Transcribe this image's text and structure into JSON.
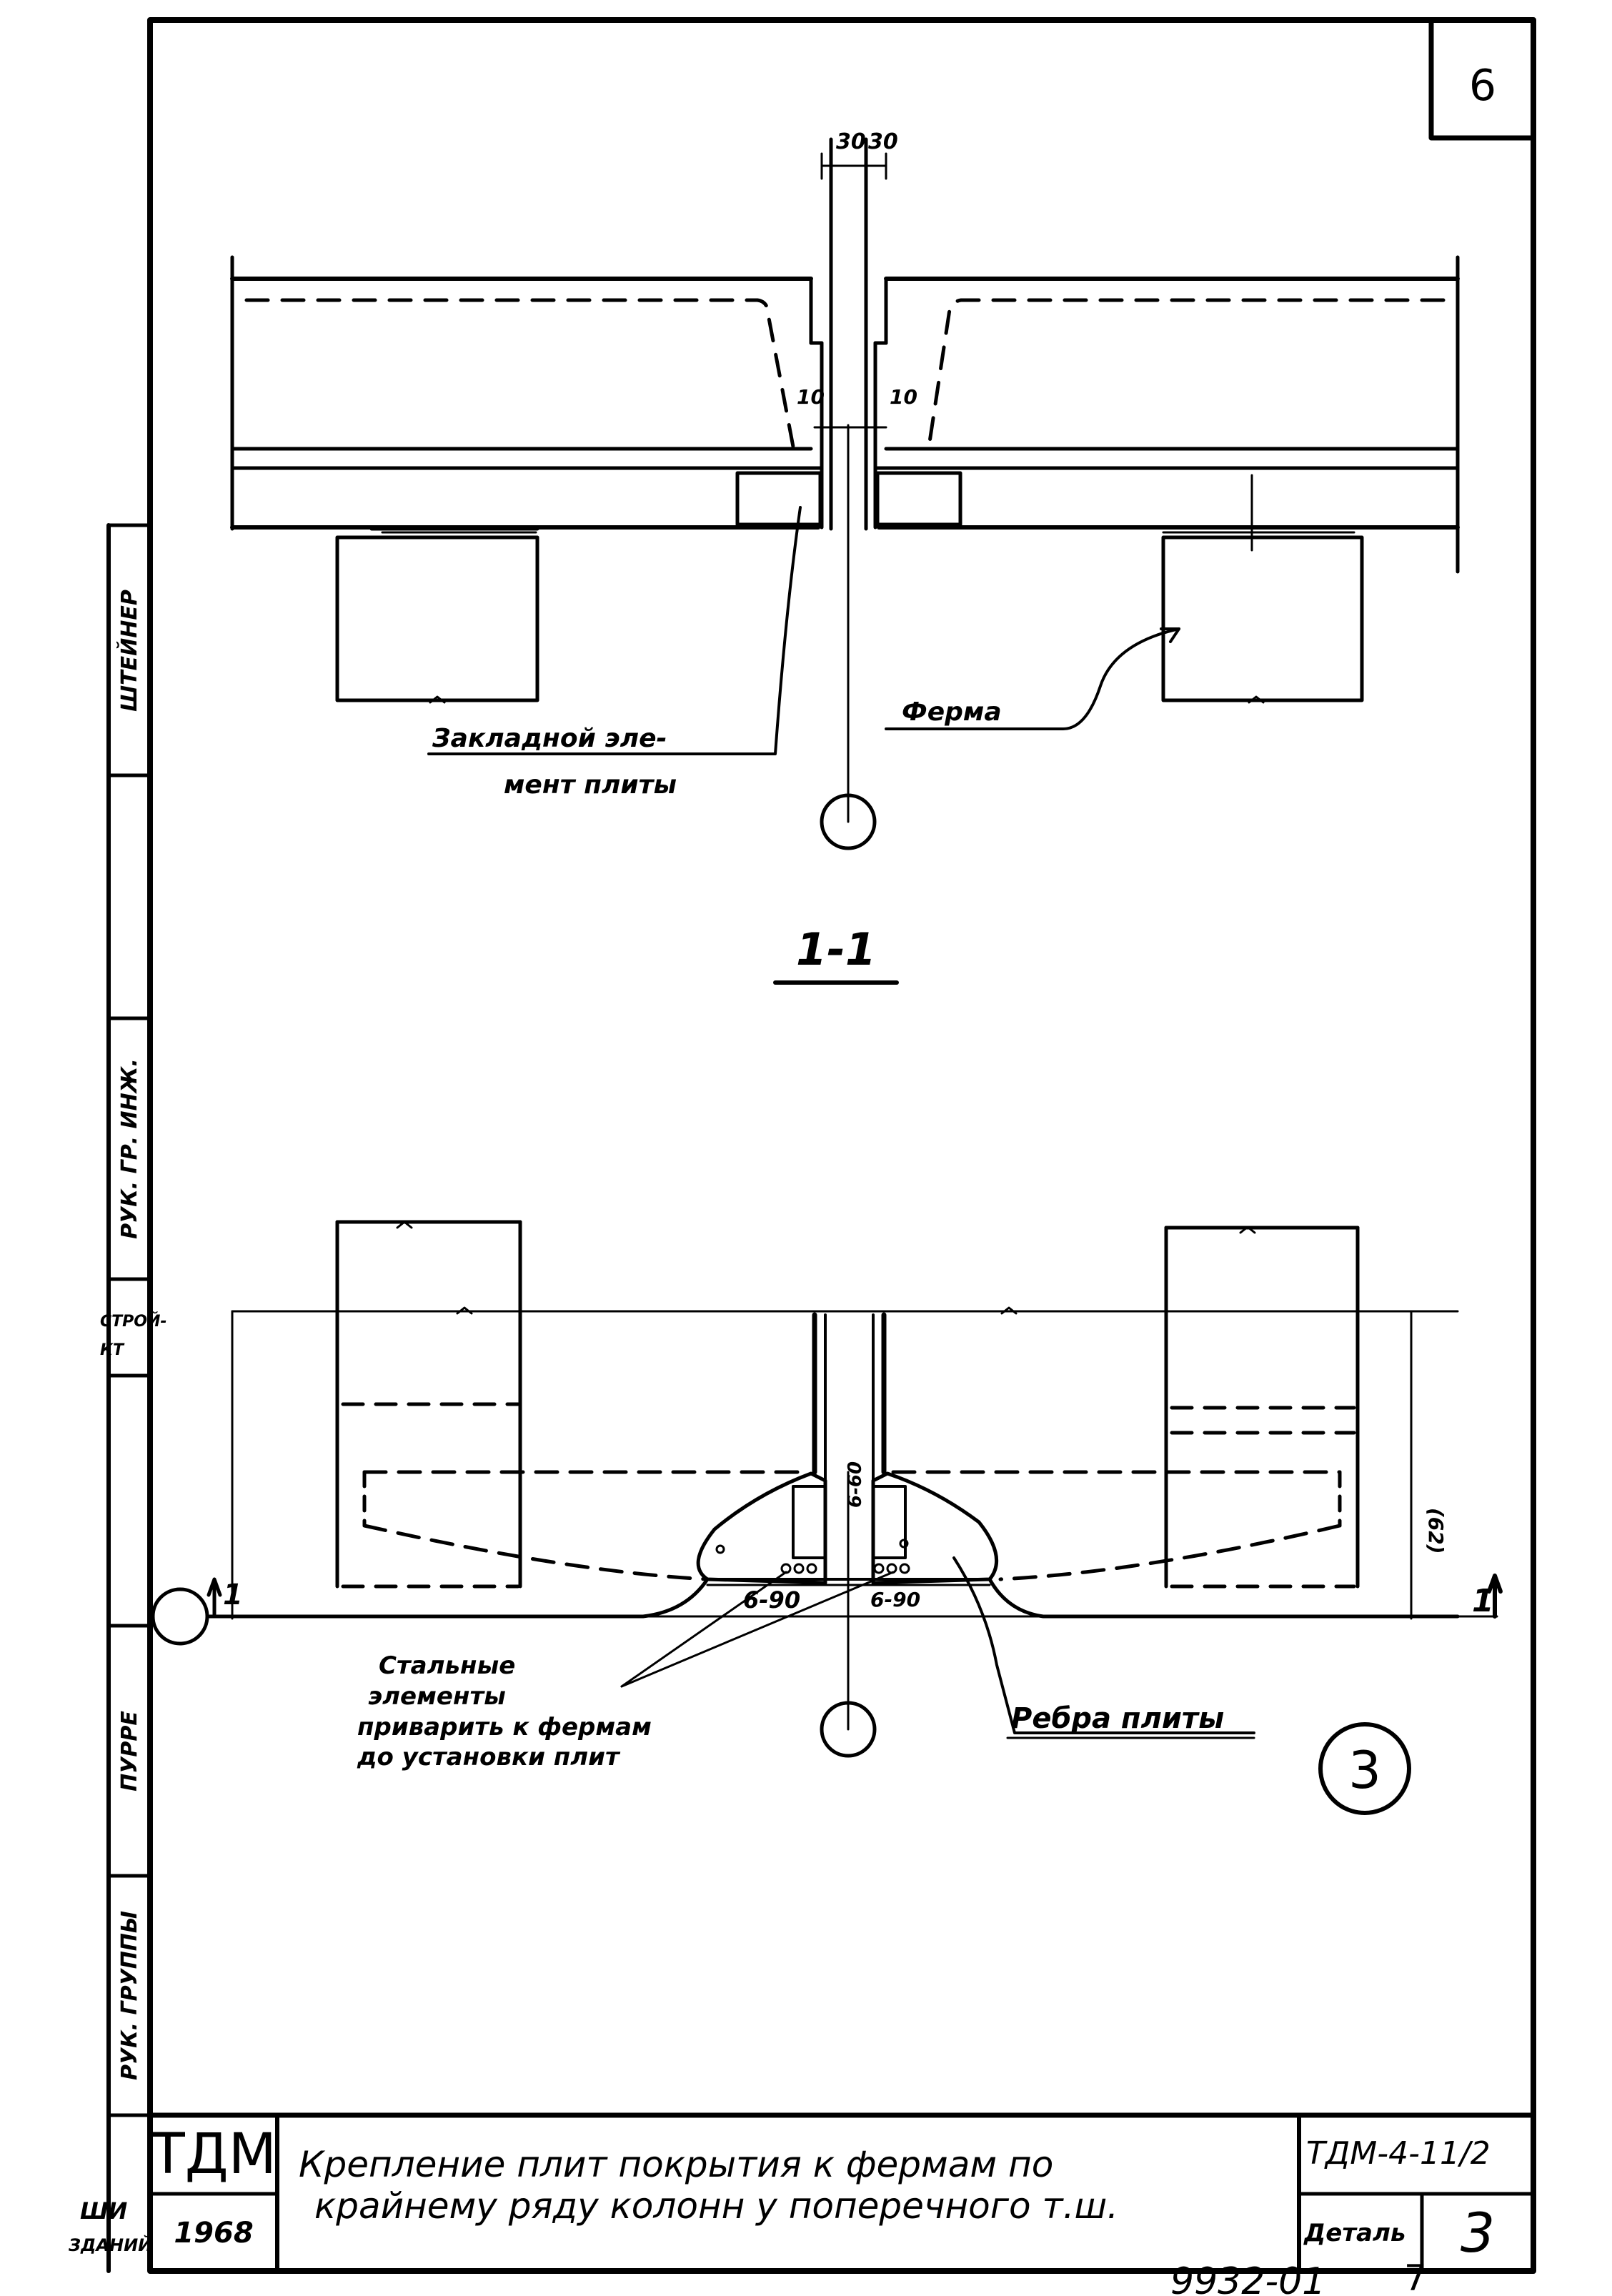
{
  "sheet": {
    "page_number": "6",
    "section_label": "1-1",
    "detail_marker": "3",
    "bottom_code": "9932-01",
    "bottom_sheet": "7"
  },
  "dimensions": {
    "gap_left": "30",
    "gap_right": "30",
    "offset_left": "10",
    "offset_right": "10",
    "weld_left": "6-90",
    "weld_right": "6-90",
    "weld_vertical": "6-60",
    "side_dim": "(62)"
  },
  "section_marks": {
    "left": "1",
    "right": "1"
  },
  "labels": {
    "truss": "Ферма",
    "embedded_line1": "Закладной эле-",
    "embedded_line2": "мент плиты",
    "steel_line1": "Стальные",
    "steel_line2": "элементы",
    "steel_line3": "приварить к фермам",
    "steel_line4": "до установки плит",
    "ribs": "Ребра плиты"
  },
  "side_stamp": {
    "engineer_name": "ШТЕЙНЕР",
    "engineer_role": "РУК. ГР. ИНЖ.",
    "org_top": "СТРОЙ-",
    "org_bottom": "КТ",
    "group_name": "ПУРРЕ",
    "group_role": "РУК. ГРУППЫ"
  },
  "title_block": {
    "org": "ТДМ",
    "year": "1968",
    "title_line1": "Крепление плит покрытия к фермам по",
    "title_line2": "крайнему ряду колонн у поперечного т.ш.",
    "code": "ТДМ-4-11/2",
    "detail_label": "Деталь",
    "detail_number": "3",
    "left_frag1": "ШИ",
    "left_frag2": "ЗДАНИЙ"
  }
}
